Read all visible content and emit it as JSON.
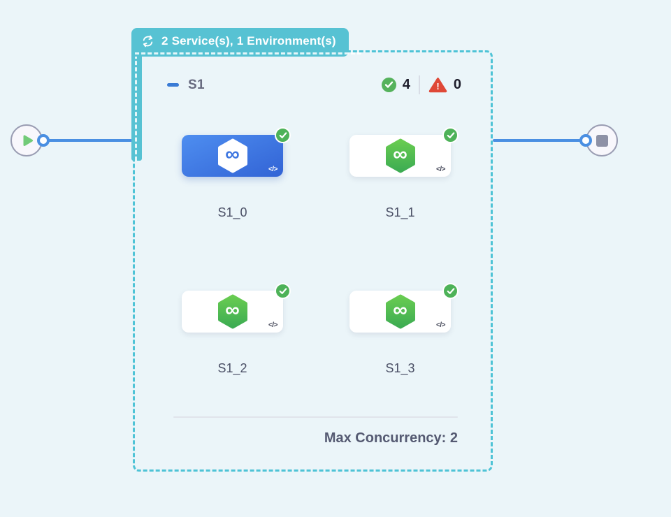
{
  "badge": {
    "label": "2 Service(s), 1 Environment(s)",
    "icon": "loop-icon"
  },
  "stage": {
    "title": "S1",
    "success_count": "4",
    "failed_count": "0",
    "max_concurrency": "Max Concurrency: 2",
    "infinity_glyph": "∞",
    "code_glyph": "</>",
    "services": [
      {
        "label": "S1_0",
        "state": "selected",
        "status": "success"
      },
      {
        "label": "S1_1",
        "state": "default",
        "status": "success"
      },
      {
        "label": "S1_2",
        "state": "default",
        "status": "success"
      },
      {
        "label": "S1_3",
        "state": "default",
        "status": "success"
      }
    ]
  },
  "nodes": {
    "start": "play",
    "end": "stop"
  },
  "colors": {
    "accent_teal": "#57C2D3",
    "connector_blue": "#4A8FE2",
    "success_green": "#4DB258",
    "error_red": "#DF4837",
    "selected_blue": "#3D7EE2",
    "service_green": "#4FBD50",
    "background": "#EBF5F9"
  }
}
